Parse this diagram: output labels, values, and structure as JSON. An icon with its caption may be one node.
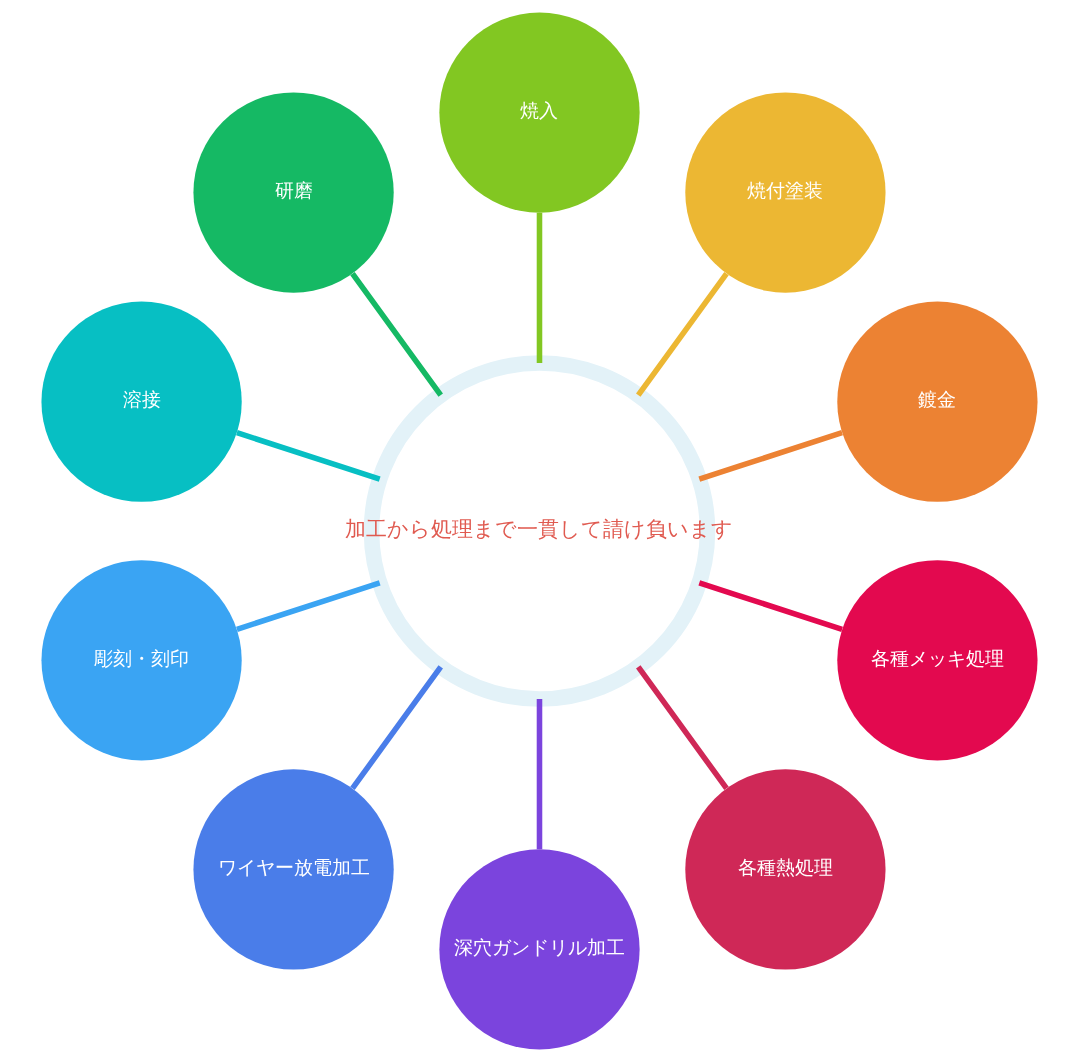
{
  "diagram": {
    "nodes": [
      {
        "text": [
          "加工から処理まで一貫して請け負います"
        ]
      },
      {
        "text": [
          "鍍金"
        ]
      },
      {
        "text": [
          "焼付塗装"
        ]
      },
      {
        "text": [
          "焼入"
        ]
      },
      {
        "text": [
          "研磨"
        ]
      },
      {
        "text": [
          "溶接"
        ]
      },
      {
        "text": [
          "彫刻・刻印"
        ]
      },
      {
        "text": [
          "ワイヤー放電加工"
        ]
      },
      {
        "text": [
          "深穴ガンドリル加工"
        ]
      },
      {
        "text": [
          "各種熱処理"
        ]
      },
      {
        "text": [
          "各種メッキ処理"
        ]
      }
    ],
    "edges": [
      {
        "from": 1,
        "to": 0,
        "arrow": "none",
        "color": "#ec8233"
      },
      {
        "from": 2,
        "to": 0,
        "arrow": "none",
        "color": "#ecb733"
      },
      {
        "from": 3,
        "to": 0,
        "arrow": "none",
        "color": "#82c722"
      },
      {
        "from": 4,
        "to": 0,
        "arrow": "none",
        "color": "#15b964"
      },
      {
        "from": 5,
        "to": 0,
        "arrow": "none",
        "color": "#07bfc3"
      },
      {
        "from": 6,
        "to": 0,
        "arrow": "none",
        "color": "#3aa4f3"
      },
      {
        "from": 7,
        "to": 0,
        "arrow": "none",
        "color": "#4a7de9"
      },
      {
        "from": 8,
        "to": 0,
        "arrow": "none",
        "color": "#7b44dd"
      },
      {
        "from": 9,
        "to": 0,
        "arrow": "none",
        "color": "#cf2857"
      },
      {
        "from": 10,
        "to": 0,
        "arrow": "none",
        "color": "#e3094f"
      }
    ]
  }
}
